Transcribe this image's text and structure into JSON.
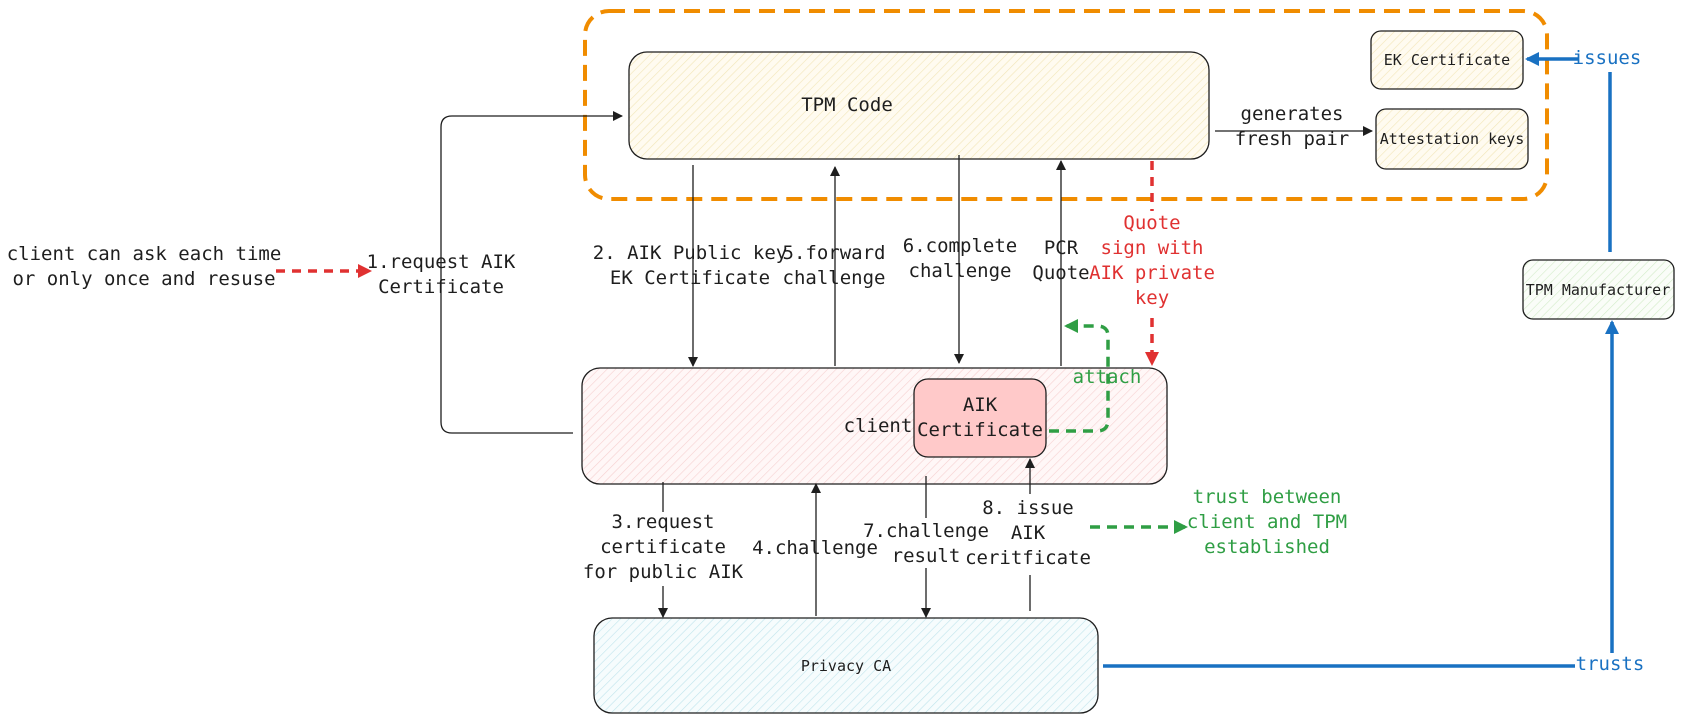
{
  "nodes": {
    "tpm_code": "TPM Code",
    "ek_certificate": "EK Certificate",
    "attestation_keys": "Attestation keys",
    "tpm_manufacturer": "TPM Manufacturer",
    "client": "client",
    "aik_certificate": "AIK\nCertificate",
    "privacy_ca": "Privacy CA"
  },
  "labels": {
    "client_note": "client can ask each time\nor only once and resuse",
    "step1": "1.request AIK\nCertificate",
    "step2": "2. AIK Public key\nEK Certificate",
    "step5": "5.forward\nchallenge",
    "step6": "6.complete\nchallenge",
    "pcr_quote": "PCR\nQuote",
    "quote_sign": "Quote\nsign with\nAIK private\nkey",
    "attach": "attach",
    "generates": "generates\nfresh pair",
    "issues": "issues",
    "trusts": "trusts",
    "step3": "3.request\ncertificate\nfor public AIK",
    "step4": "4.challenge",
    "step7": "7.challenge\nresult",
    "step8": "8. issue\nAIK\nceritficate",
    "trust_established": "trust between\nclient and TPM\nestablished"
  },
  "colors": {
    "orange": "#f08c00",
    "red": "#e03131",
    "green": "#2f9e44",
    "blue": "#1971c2",
    "stroke": "#1e1e1e"
  }
}
